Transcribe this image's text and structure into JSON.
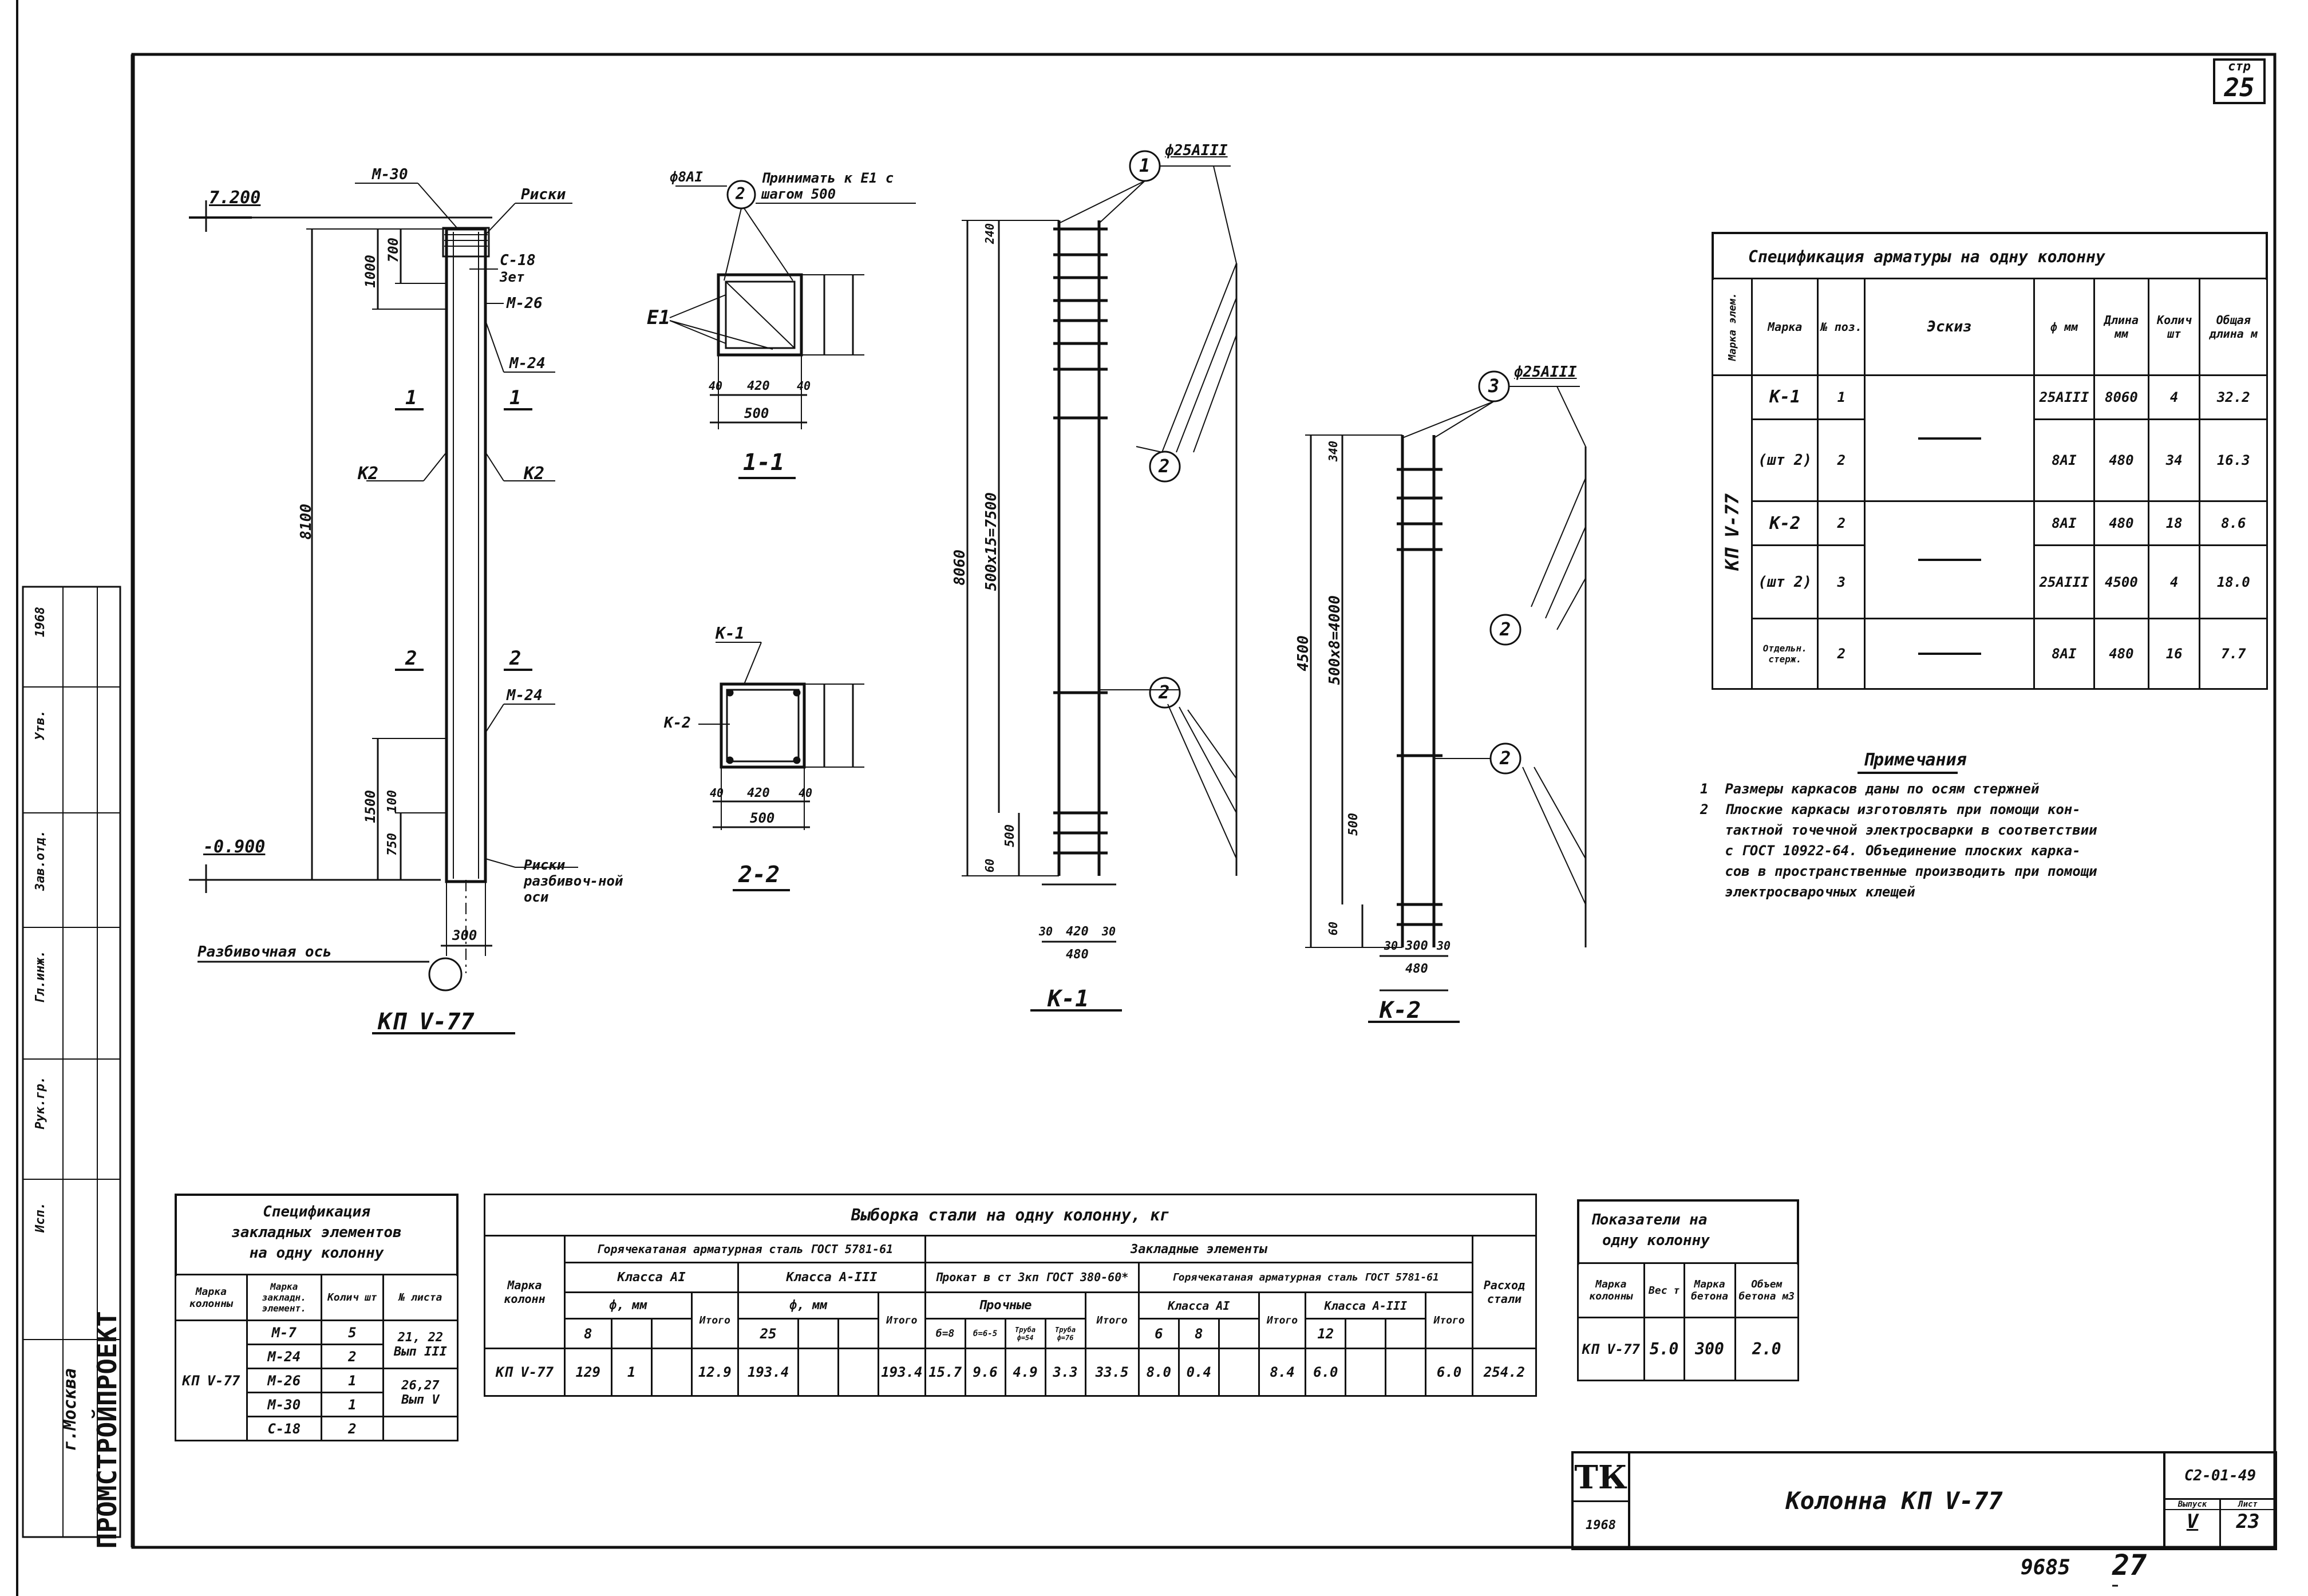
{
  "sheet": {
    "label": "стр",
    "number": "25"
  },
  "left_strip": {
    "org": "ПРОМСТРОЙПРОЕКТ",
    "city": "г.Москва",
    "stamp_lines": [
      "1968",
      "Утв.",
      "Зав.отд.",
      "Гл.инж.",
      "Рук.гр.",
      "Исп."
    ]
  },
  "elevation": {
    "top_mark": "7.200",
    "bottom_mark": "-0.900",
    "height_dim": "8100",
    "dim_1000": "1000",
    "dim_700": "700",
    "dim_1500": "1500",
    "dim_100": "100",
    "dim_750": "750",
    "width_dim": "300",
    "labels": {
      "m30": "М-30",
      "riski": "Риски",
      "c18": "С-18",
      "set": "Зет",
      "m26": "М-26",
      "m24a": "М-24",
      "m24b": "М-24",
      "k2a": "К2",
      "k2b": "К2",
      "s1a": "1",
      "s1b": "1",
      "s2a": "2",
      "s2b": "2",
      "riski_axis": "Риски разбивоч-ной оси"
    },
    "axis_label": "Разбивочная ось",
    "title": "КП V-77"
  },
  "section11": {
    "bar": "ф8АI",
    "circle": "2",
    "note": "Принимать к Е1 с шагом 500",
    "e1": "Е1",
    "d420": "420",
    "d500": "500",
    "d40a": "40",
    "d40b": "40",
    "title": "1-1"
  },
  "section22": {
    "k1": "К-1",
    "k2": "К-2",
    "d420": "420",
    "d500": "500",
    "d40a": "40",
    "d40b": "40",
    "title": "2-2"
  },
  "cage1": {
    "bar": "ф25АIII",
    "circle1": "1",
    "circle2a": "2",
    "circle2b": "2",
    "dim_total": "8060",
    "dim_spacing": "500х15=7500",
    "dim_top": "240",
    "dim_bot1": "500",
    "dim_bot2": "60",
    "dim_w1": "30",
    "dim_w2": "420",
    "dim_w3": "30",
    "dim_w4": "480",
    "title": "К-1"
  },
  "cage2": {
    "bar": "ф25АIII",
    "circle3": "3",
    "circle2a": "2",
    "circle2b": "2",
    "dim_total": "4500",
    "dim_spacing": "500х8=4000",
    "dim_top": "340",
    "dim_bot1": "500",
    "dim_bot2": "60",
    "dim_w1": "30",
    "dim_w2": "300",
    "dim_w3": "30",
    "dim_w4": "480",
    "title": "К-2"
  },
  "spec_rebar": {
    "title": "Спецификация арматуры на одну колонну",
    "headers": [
      "Марка элем.",
      "Марка",
      "№ поз.",
      "Эскиз",
      "ф мм",
      "Длина мм",
      "Колич шт",
      "Общая длина м"
    ],
    "element": "КП V-77",
    "rows": [
      {
        "mark": "К-1",
        "pos": "1",
        "dia": "25АIII",
        "len": "8060",
        "qty": "4",
        "total": "32.2"
      },
      {
        "mark": "(шт 2)",
        "pos": "2",
        "dia": "8АI",
        "len": "480",
        "qty": "34",
        "total": "16.3"
      },
      {
        "mark": "К-2",
        "pos": "2",
        "dia": "8АI",
        "len": "480",
        "qty": "18",
        "total": "8.6"
      },
      {
        "mark": "(шт 2)",
        "pos": "3",
        "dia": "25АIII",
        "len": "4500",
        "qty": "4",
        "total": "18.0"
      },
      {
        "mark": "Отдельн. стерж.",
        "pos": "2",
        "dia": "8АI",
        "len": "480",
        "qty": "16",
        "total": "7.7"
      }
    ]
  },
  "notes": {
    "title": "Примечания",
    "items": [
      "1  Размеры каркасов даны по осям стержней",
      "2  Плоские каркасы изготовлять при помощи кон-",
      "   тактной точечной электросварки в соответствии",
      "   с ГОСТ 10922-64. Объединение плоских карка-",
      "   сов в пространственные производить при помощи",
      "   электросварочных клещей"
    ]
  },
  "spec_embedded": {
    "title1": "Спецификация",
    "title2": "закладных элементов",
    "title3": "на одну колонну",
    "headers": [
      "Марка колонны",
      "Марка закладн. элемент.",
      "Колич шт",
      "№ листа"
    ],
    "column": "КП V-77",
    "rows": [
      {
        "mark": "М-7",
        "qty": "5",
        "sheet": "21, 22"
      },
      {
        "mark": "М-24",
        "qty": "2",
        "sheet": "Вып III"
      },
      {
        "mark": "М-26",
        "qty": "1",
        "sheet": "26,27"
      },
      {
        "mark": "М-30",
        "qty": "1",
        "sheet": "Вып V"
      },
      {
        "mark": "С-18",
        "qty": "2",
        "sheet": ""
      }
    ]
  },
  "steel_sample": {
    "title": "Выборка стали на одну колонну, кг",
    "h_rebar": "Горячекатаная арматурная сталь ГОСТ 5781-61",
    "h_embedded": "Закладные элементы",
    "h_classAI": "Класса АI",
    "h_classAIII": "Класса А-III",
    "h_mm": "ф, мм",
    "h_total": "Итого",
    "h_rolled": "Прокат в ст 3кп ГОСТ 380-60*",
    "h_strip": "Прочные",
    "h_emb_rebar": "Горячекатаная арматурная сталь ГОСТ 5781-61",
    "h_emb_AI": "Класса АI",
    "h_emb_AIII": "Класса А-III",
    "h_flow": "Расход стали",
    "h_mark": "Марка колонн",
    "sub_8": "8",
    "sub_25": "25",
    "sub_r1": "б=8",
    "sub_r2": "б=6-5",
    "sub_r3": "Труба ф=54",
    "sub_r4": "Труба ф=76",
    "sub_6": "6",
    "sub_8b": "8",
    "sub_12": "12",
    "row": {
      "mark": "КП V-77",
      "v8": "129",
      "v_blank": "1",
      "t1": "12.9",
      "v25": "193.4",
      "t2": "193.4",
      "r1": "15.7",
      "r2": "9.6",
      "r3": "4.9",
      "r4": "3.3",
      "t3": "33.5",
      "e6": "8.0",
      "e8": "0.4",
      "t4": "8.4",
      "e12": "6.0",
      "t5": "6.0",
      "flow": "254.2"
    }
  },
  "indicators": {
    "title1": "Показатели на",
    "title2": "одну колонну",
    "headers": [
      "Марка колонны",
      "Вес т",
      "Марка бетона",
      "Объем бетона м3"
    ],
    "row": {
      "mark": "КП V-77",
      "weight": "5.0",
      "grade": "300",
      "volume": "2.0"
    }
  },
  "title_block": {
    "logo": "ТК",
    "year": "1968",
    "name": "Колонна КП V-77",
    "code": "С2-01-49",
    "issue_label": "Выпуск",
    "sheet_label": "Лист",
    "issue": "V",
    "sheet": "23"
  },
  "bottom": {
    "num": "9685",
    "page": "27"
  }
}
